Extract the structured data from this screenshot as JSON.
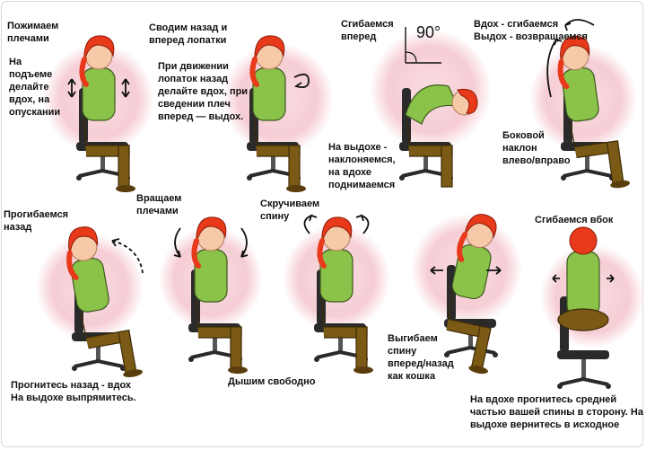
{
  "exercises": {
    "shoulders_up": {
      "title": "Пожимаем\nплечами",
      "note": "На\nподъеме\nделайте\nвдох, на\nопускании"
    },
    "blades": {
      "title": "Сводим назад и\nвперед лопатки",
      "note": "При движении\nлопаток назад\nделайте вдох, при\nсведении плеч\nвперед — выдох."
    },
    "bend_forward": {
      "title": "Сгибаемся\nвперед",
      "angle": "90°",
      "note": "На выдохе -\nнаклоняемся,\nна вдохе\nподнимаемся"
    },
    "side_tilt": {
      "title": "Вдох - сгибаемся\nВыдох - возвращаемся",
      "note": "Боковой\nнаклон\nвлево/вправо"
    },
    "arch_back": {
      "title": "Прогибаемся\nназад",
      "note": "Прогнитесь назад - вдох\nНа выдохе выпрямитесь."
    },
    "rotate_shoulders": {
      "title": "Вращаем\nплечами",
      "note": "Дышим свободно"
    },
    "twist": {
      "title": "Скручиваем\nспину"
    },
    "cat": {
      "note": "Выгибаем\nспину\nвперед/назад\nкак кошка"
    },
    "side_bend": {
      "title": "Сгибаемся вбок",
      "note": "На вдохе прогнитесь средней\nчастью вашей спины в сторону. На\nвыдохе вернитесь в исходное"
    }
  },
  "colors": {
    "hair": "#e8391a",
    "sweater": "#8bc24a",
    "pants": "#7a5a14",
    "skin": "#f6c9a8",
    "chair": "#2a2a2a",
    "halo": "#f6cdd4"
  }
}
